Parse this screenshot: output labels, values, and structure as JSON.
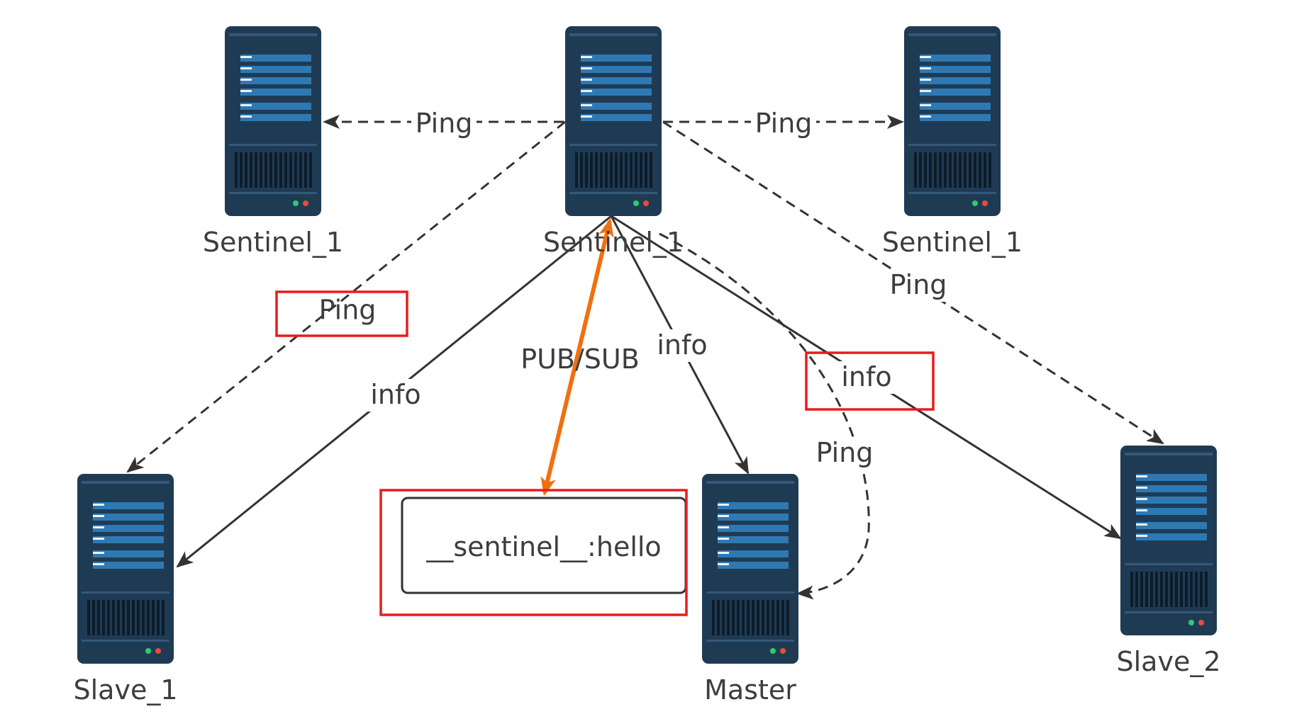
{
  "nodes": {
    "sentinel_left": {
      "label": "Sentinel_1",
      "icon": "server-icon"
    },
    "sentinel_center": {
      "label": "Sentinel_1",
      "icon": "server-icon"
    },
    "sentinel_right": {
      "label": "Sentinel_1",
      "icon": "server-icon"
    },
    "slave_1": {
      "label": "Slave_1",
      "icon": "server-icon"
    },
    "master": {
      "label": "Master",
      "icon": "server-icon"
    },
    "slave_2": {
      "label": "Slave_2",
      "icon": "server-icon"
    },
    "channel": {
      "label": "__sentinel__:hello"
    }
  },
  "edges": {
    "ping_sentinel_left": {
      "from": "Sentinel_1 (center)",
      "to": "Sentinel_1 (left)",
      "label": "Ping",
      "style": "dashed"
    },
    "ping_sentinel_right": {
      "from": "Sentinel_1 (center)",
      "to": "Sentinel_1 (right)",
      "label": "Ping",
      "style": "dashed"
    },
    "ping_slave_1": {
      "from": "Sentinel_1 (center)",
      "to": "Slave_1",
      "label": "Ping",
      "style": "dashed",
      "highlighted": true
    },
    "ping_slave_2": {
      "from": "Sentinel_1 (center)",
      "to": "Slave_2",
      "label": "Ping",
      "style": "dashed"
    },
    "ping_master": {
      "from": "Sentinel_1 (center)",
      "to": "Master",
      "label": "Ping",
      "style": "dashed"
    },
    "info_slave_1": {
      "from": "Sentinel_1 (center)",
      "to": "Slave_1",
      "label": "info",
      "style": "solid"
    },
    "info_master": {
      "from": "Sentinel_1 (center)",
      "to": "Master",
      "label": "info",
      "style": "solid"
    },
    "info_slave_2": {
      "from": "Sentinel_1 (center)",
      "to": "Slave_2",
      "label": "info",
      "style": "solid",
      "highlighted": true
    },
    "pubsub": {
      "from": "Sentinel_1 (center)",
      "to": "__sentinel__:hello",
      "label": "PUB/SUB",
      "style": "bidirectional"
    }
  },
  "colors": {
    "server_body": "#1f3b54",
    "server_bar": "#2e79b3",
    "edge": "#333333",
    "pubsub": "#f07010",
    "highlight": "#e81c1c"
  }
}
